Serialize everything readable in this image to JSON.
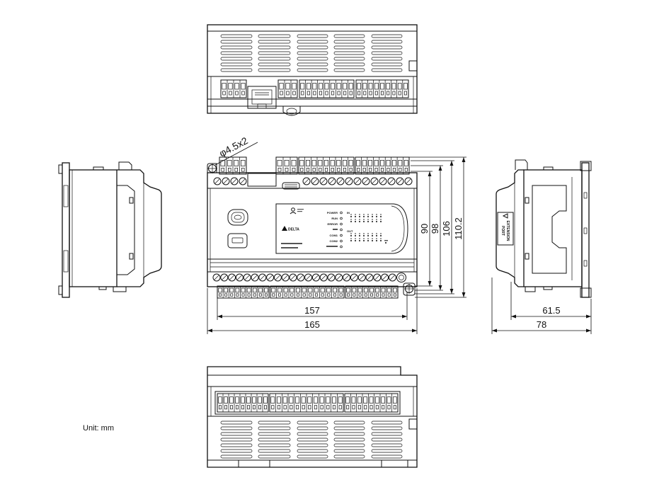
{
  "drawing": {
    "unit_label": "Unit: mm",
    "hole_callout": "φ4.5x2",
    "line_color": "#111111"
  },
  "front_view": {
    "dimensions": {
      "terminal_width": "157",
      "overall_width": "165",
      "height_a": "90",
      "height_b": "98",
      "height_c": "106",
      "overall_height": "110.2"
    },
    "panel": {
      "brand": "DELTA",
      "led_labels": [
        "POWER",
        "RUN",
        "ERROR",
        "COM1",
        "COM2"
      ],
      "input_label": "IN",
      "output_label": "OUT"
    }
  },
  "side_view": {
    "dimensions": {
      "base_depth": "61.5",
      "overall_depth": "78"
    },
    "extension_port_label": [
      "EXTENSION",
      "PORT"
    ]
  }
}
